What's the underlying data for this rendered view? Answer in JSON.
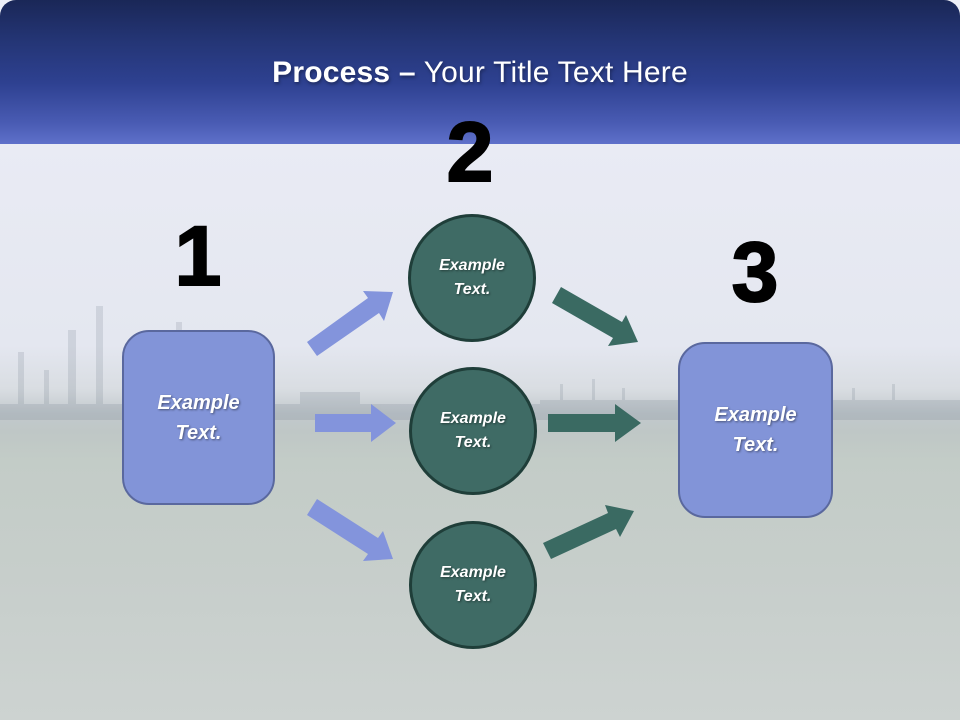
{
  "title": {
    "bold": "Process –",
    "regular": " Your Title Text Here"
  },
  "steps": {
    "one": {
      "number": "1",
      "box": {
        "line1": "Example",
        "line2": "Text."
      }
    },
    "two": {
      "number": "2"
    },
    "three": {
      "number": "3",
      "box": {
        "line1": "Example",
        "line2": "Text."
      }
    }
  },
  "circles": [
    {
      "line1": "Example",
      "line2": "Text."
    },
    {
      "line1": "Example",
      "line2": "Text."
    },
    {
      "line1": "Example",
      "line2": "Text."
    }
  ],
  "colors": {
    "band_top": "#1a2757",
    "band_bottom": "#5e70ca",
    "title_text": "#ffffff",
    "number_text": "#000000",
    "box_fill": "#8294d8",
    "box_border": "#5a689e",
    "circle_fill": "#3f6b65",
    "circle_border": "#1f3e39",
    "arrow_blue": "#8394dc",
    "arrow_green": "#3a6a62",
    "silhouette": "#5c6b7a"
  }
}
